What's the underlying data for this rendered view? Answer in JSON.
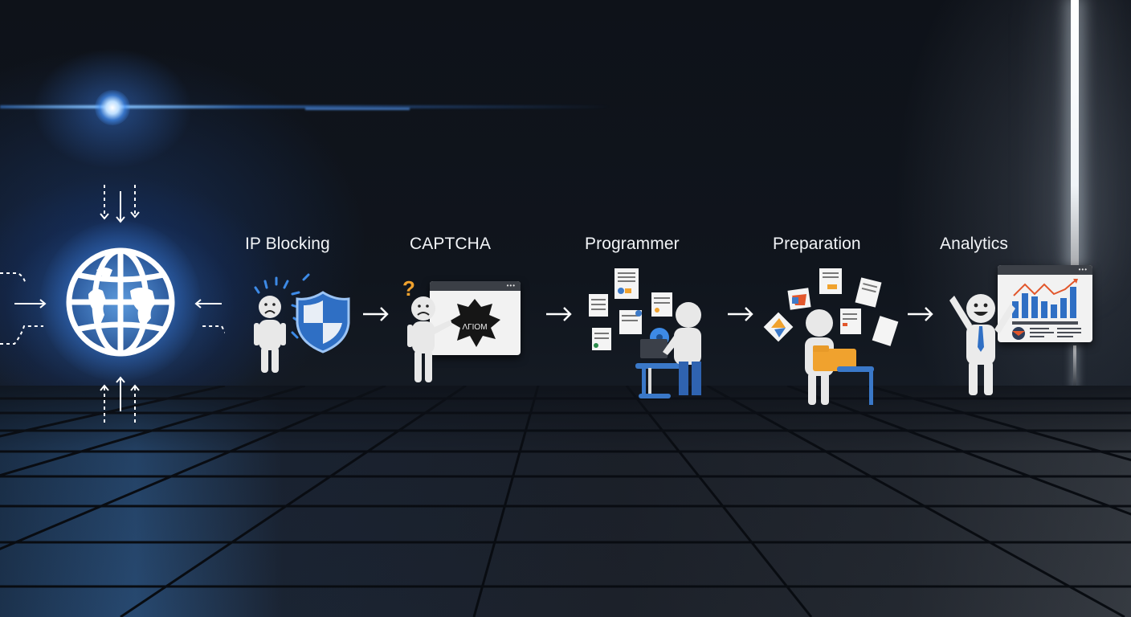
{
  "diagram": {
    "type": "process-flow",
    "description": "Illustrated pipeline from web traffic to analytics",
    "colors": {
      "background": "#0d1118",
      "accent_blue": "#3d8ae6",
      "label_text": "#f2f4f7",
      "highlight_orange": "#f0a22e",
      "chart_red": "#e2572c",
      "floor_tile": "#1c222c"
    },
    "source_node": {
      "icon": "globe-icon",
      "inputs": [
        "dashed-arrows-top",
        "dashed-arrows-bottom",
        "dashed-arrows-left",
        "dashed-arrows-right"
      ]
    },
    "stages": [
      {
        "id": "ip-blocking",
        "label": "IP Blocking",
        "figure": "sad-figure",
        "prop": "shield-icon",
        "mood": "sad"
      },
      {
        "id": "captcha",
        "label": "CAPTCHA",
        "figure": "confused-figure",
        "prop": "captcha-window",
        "mood": "confused",
        "captcha_text": "ΛΓIOM",
        "question_mark": "?"
      },
      {
        "id": "programmer",
        "label": "Programmer",
        "figure": "working-figure",
        "prop": "laptop-desk-gear",
        "mood": "busy"
      },
      {
        "id": "preparation",
        "label": "Preparation",
        "figure": "carrying-figure",
        "prop": "folder-documents",
        "mood": "busy"
      },
      {
        "id": "analytics",
        "label": "Analytics",
        "figure": "happy-figure",
        "prop": "chart-board",
        "mood": "happy"
      }
    ],
    "connector": "→",
    "analytics_board": {
      "bars": [
        0.45,
        0.7,
        0.6,
        0.45,
        0.35,
        0.55,
        0.85
      ],
      "trend_line": [
        0.55,
        0.85,
        0.6,
        0.85,
        0.55,
        0.75,
        1.0
      ]
    }
  }
}
